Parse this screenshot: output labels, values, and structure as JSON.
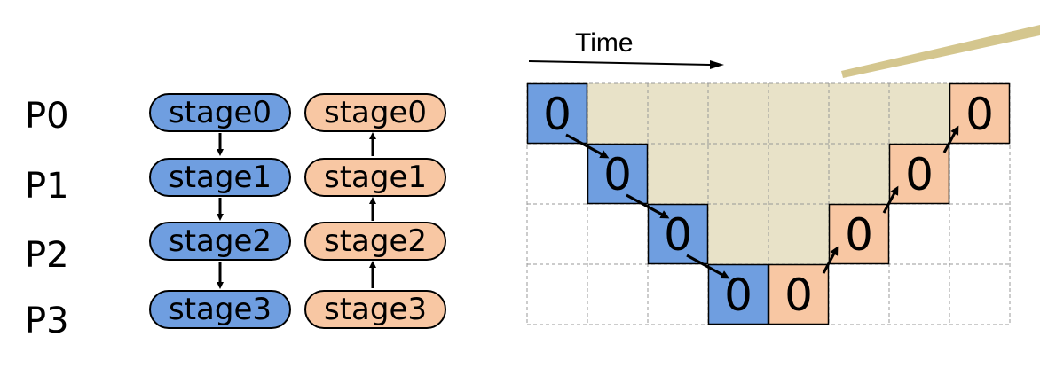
{
  "processes": [
    "P0",
    "P1",
    "P2",
    "P3"
  ],
  "forward_stages": [
    "stage0",
    "stage1",
    "stage2",
    "stage3"
  ],
  "backward_stages": [
    "stage0",
    "stage1",
    "stage2",
    "stage3"
  ],
  "time_label": "Time",
  "colors": {
    "forward": "#6f9ee0",
    "backward": "#f8c7a3",
    "bubble": "#e8e2c8",
    "stroke": "#000000",
    "grid": "#999999",
    "beam": "#d4c68e"
  },
  "timeline": {
    "columns": 8,
    "rows": 4,
    "cells": [
      {
        "row": 0,
        "col": 0,
        "kind": "forward",
        "label": "0"
      },
      {
        "row": 1,
        "col": 1,
        "kind": "forward",
        "label": "0"
      },
      {
        "row": 2,
        "col": 2,
        "kind": "forward",
        "label": "0"
      },
      {
        "row": 3,
        "col": 3,
        "kind": "forward",
        "label": "0"
      },
      {
        "row": 3,
        "col": 4,
        "kind": "backward",
        "label": "0"
      },
      {
        "row": 2,
        "col": 5,
        "kind": "backward",
        "label": "0"
      },
      {
        "row": 1,
        "col": 6,
        "kind": "backward",
        "label": "0"
      },
      {
        "row": 0,
        "col": 7,
        "kind": "backward",
        "label": "0"
      }
    ]
  }
}
